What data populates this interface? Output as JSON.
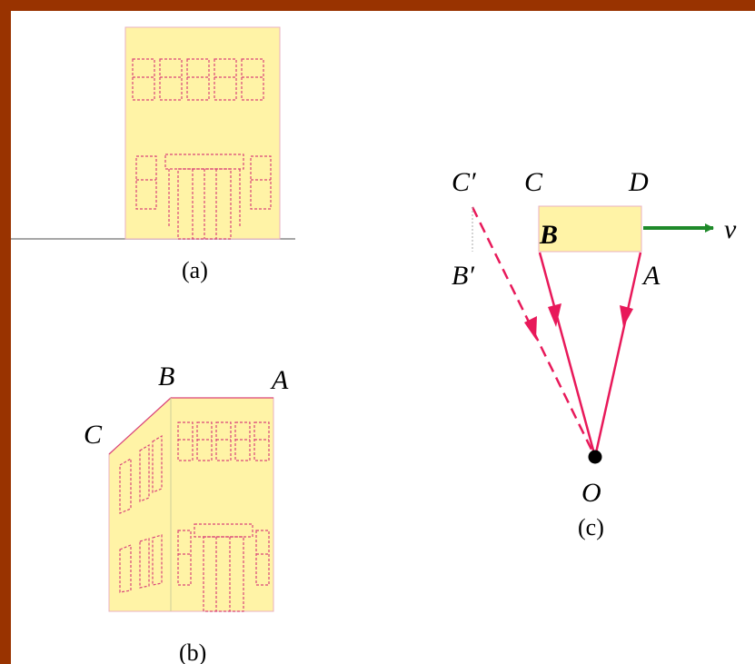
{
  "colors": {
    "border": "#993300",
    "building_fill": "#fff3a6",
    "building_line": "#d9447a",
    "ray": "#e8195a",
    "velocity_arrow": "#1f8a2a",
    "ground": "#888888"
  },
  "panel_a": {
    "caption": "(a)"
  },
  "panel_b": {
    "caption": "(b)",
    "label_a": "A",
    "label_b": "B",
    "label_c": "C"
  },
  "panel_c": {
    "caption": "(c)",
    "label_c": "C",
    "label_d": "D",
    "label_b": "B",
    "label_a": "A",
    "label_c_prime": "C′",
    "label_b_prime": "B′",
    "label_o": "O",
    "label_v": "v"
  }
}
